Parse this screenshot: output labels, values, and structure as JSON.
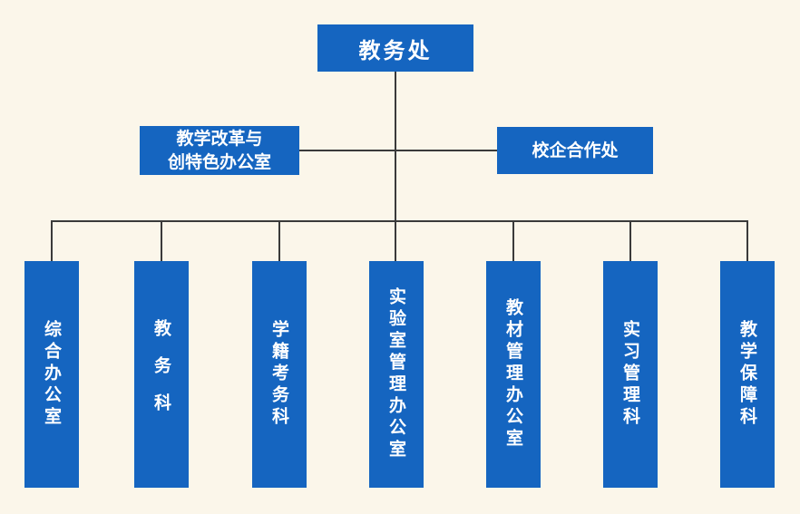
{
  "org_chart": {
    "root": "教务处",
    "side_units": [
      {
        "lines": [
          "教学改革与",
          "创特色办公室"
        ]
      },
      {
        "lines": [
          "校企合作处"
        ]
      }
    ],
    "departments": [
      {
        "label": "综合办公室"
      },
      {
        "label": "教务科"
      },
      {
        "label": "学籍考务科"
      },
      {
        "label": "实验室管理办公室"
      },
      {
        "label": "教材管理办公室"
      },
      {
        "label": "实习管理科"
      },
      {
        "label": "教学保障科"
      }
    ]
  },
  "colors": {
    "background": "#fbf6ea",
    "box": "#1565c0",
    "box_text": "#ffffff",
    "connector": "#3a3a3a"
  }
}
